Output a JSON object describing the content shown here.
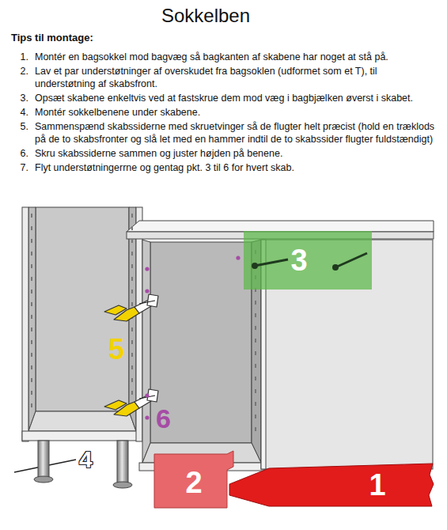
{
  "diagram": {
    "title": "Sokkelben",
    "nodes": [
      {
        "text": [
          "3"
        ]
      },
      {
        "text": [
          "2"
        ]
      },
      {
        "text": [
          "1"
        ]
      }
    ],
    "labels": [
      "Tips til montage:",
      "1.",
      "Montér en bagsokkel mod bagvæg så bagkanten af skabene har noget at stå på.",
      "2.",
      "Lav et par understøtninger af overskudet fra bagsoklen (udformet som et T), til understøtning af skabsfront.",
      "3.",
      "Opsæt skabene enkeltvis ved at fastskrue dem mod væg i bagbjælken øverst i skabet.",
      "4.",
      "Montér sokkelbenene under skabene.",
      "5.",
      "Sammenspænd skabssiderne med skruetvinger så de flugter helt præcist (hold en træklods på de to skabsfronter og slå let med en hammer indtil de to skabssider flugter fuldstændigt)",
      "6.",
      "Skru skabssiderne sammen og juster højden på benene.",
      "7.",
      "Flyt understøtningerrne og gentag pkt. 3 til 6 for hvert skab.",
      "4",
      "5",
      "6"
    ]
  }
}
